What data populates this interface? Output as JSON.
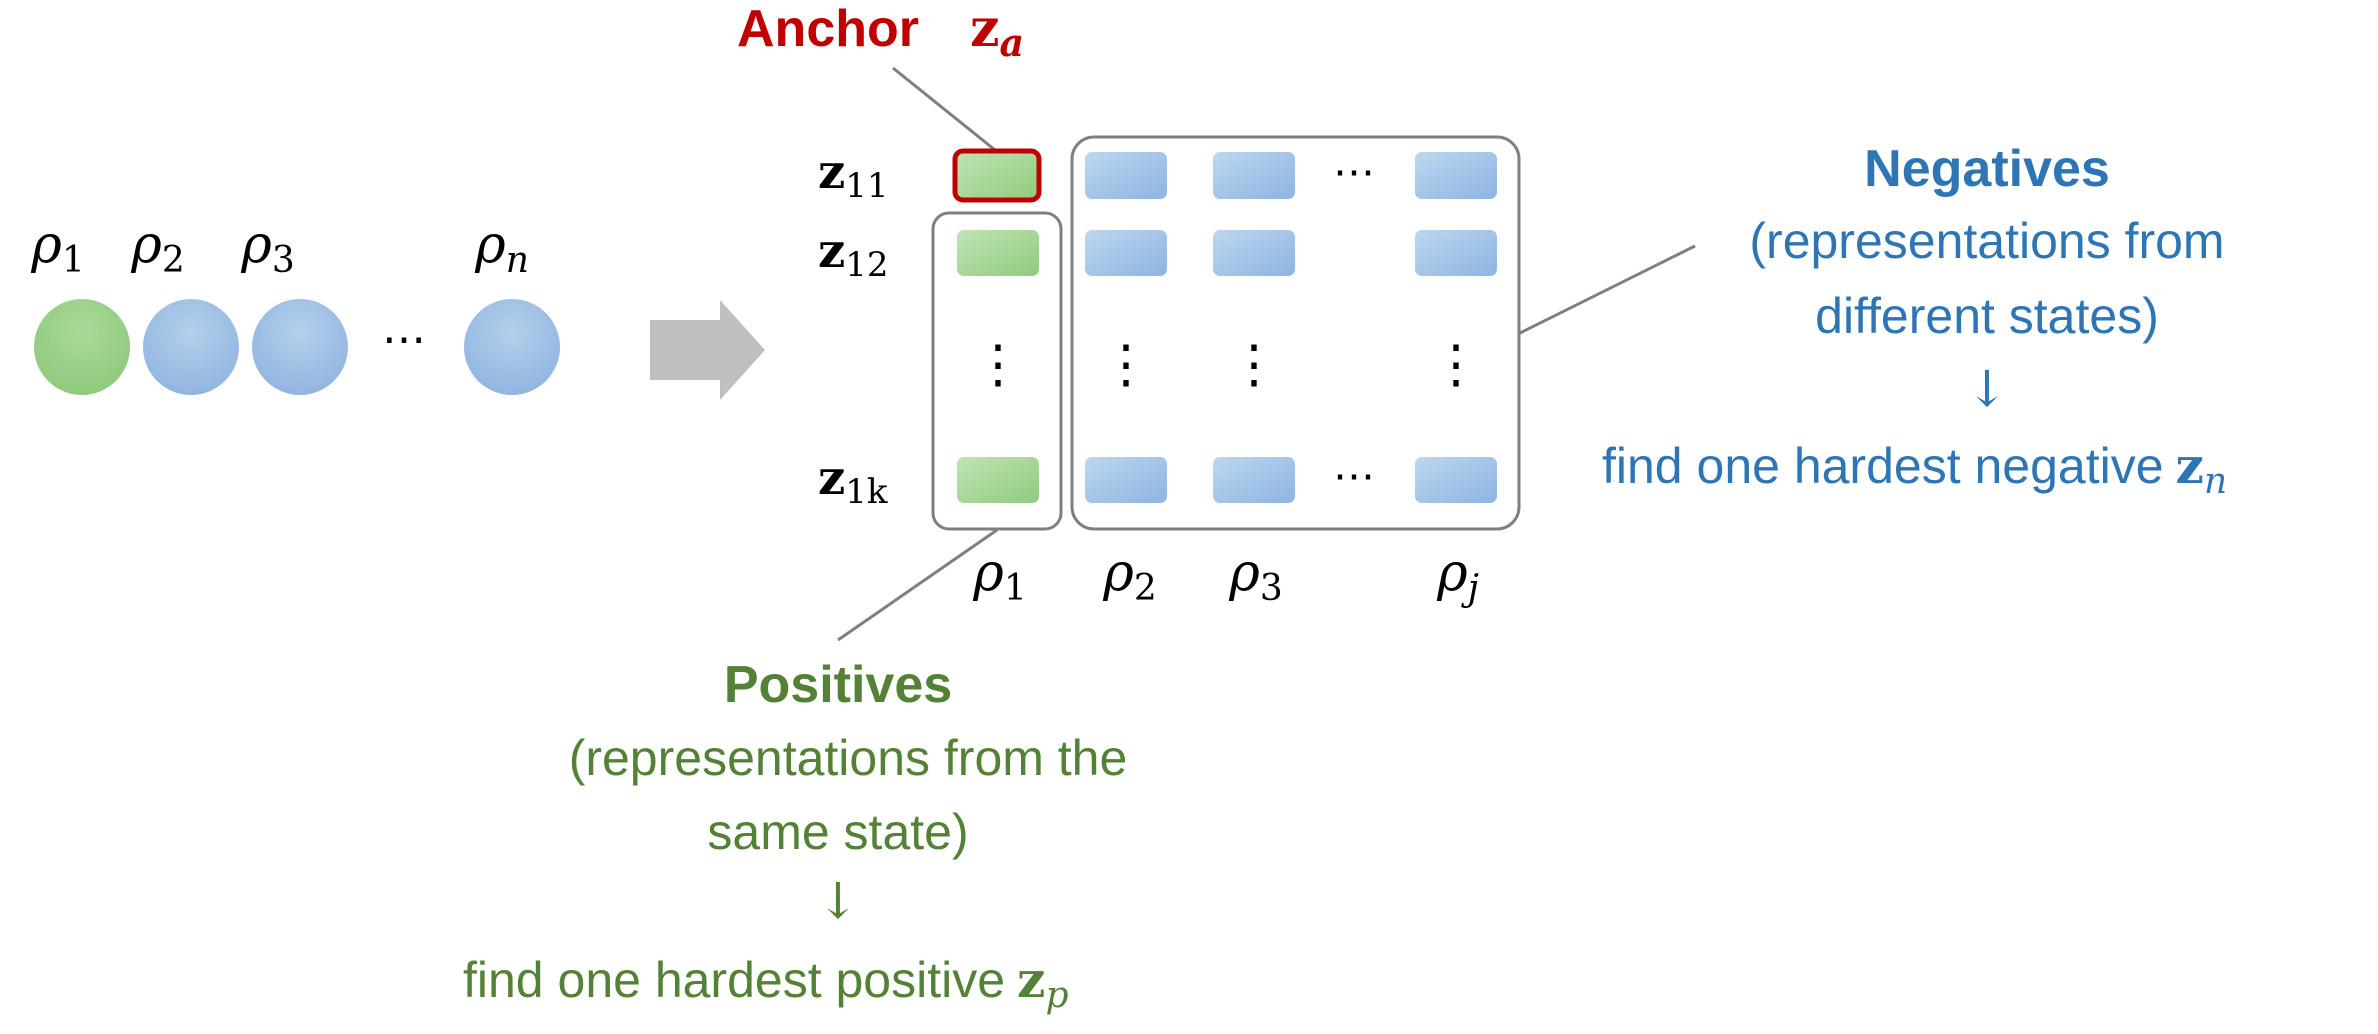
{
  "anchor": {
    "word": "Anchor",
    "sym": "z",
    "sub": "a"
  },
  "rho": "ρ",
  "sequence": {
    "labels": [
      {
        "sub": "1"
      },
      {
        "sub": "2"
      },
      {
        "sub": "3"
      },
      {
        "sub": "n"
      }
    ],
    "ellipsis": "⋯"
  },
  "matrix": {
    "row_labels": [
      {
        "sym": "z",
        "sub": "11"
      },
      {
        "sym": "z",
        "sub": "12"
      },
      {
        "sym": "z",
        "sub": "1k"
      }
    ],
    "col_labels": [
      {
        "sub": "1"
      },
      {
        "sub": "2"
      },
      {
        "sub": "3"
      },
      {
        "sub": "j"
      }
    ],
    "hdots": "⋯",
    "vdots": "⋮"
  },
  "positives": {
    "title": "Positives",
    "desc_line1": "(representations from the",
    "desc_line2": "same state)",
    "arrow": "↓",
    "find_text": "find one hardest positive",
    "sym": "z",
    "sub": "p"
  },
  "negatives": {
    "title": "Negatives",
    "desc_line1": "(representations from",
    "desc_line2": "different states)",
    "arrow": "↓",
    "find_text": "find one hardest negative",
    "sym": "z",
    "sub": "n"
  },
  "colors": {
    "anchor_red": "#c00000",
    "positive_green": "#538135",
    "negative_blue": "#2e75b6",
    "green_fill": "#9cd38c",
    "blue_fill": "#9dc3e6",
    "outline_gray": "#7f7f7f",
    "arrow_gray": "#bfbfbf"
  }
}
